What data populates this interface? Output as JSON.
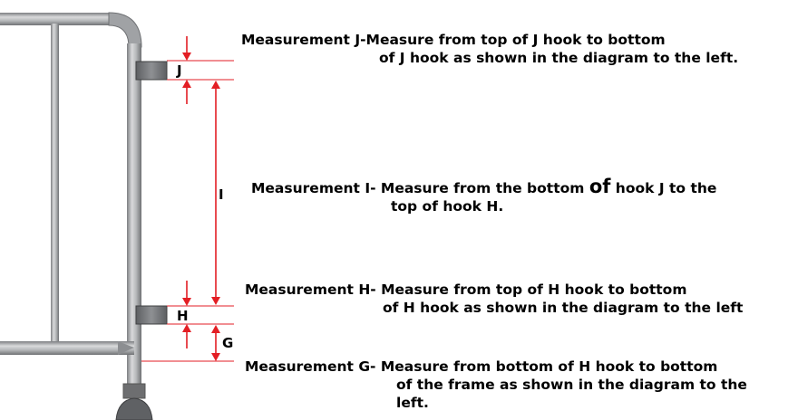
{
  "labels": {
    "j": "J",
    "i": "I",
    "h": "H",
    "g": "G"
  },
  "measurements": {
    "j": {
      "line1": "Measurement J-Measure from top of J hook to bottom",
      "line2": "of J hook as shown in the diagram to the left."
    },
    "i": {
      "line1_pre": "Measurement I- Measure from the bottom ",
      "line1_big": "of",
      "line1_post": " hook J to the",
      "line2": "top of hook H."
    },
    "h": {
      "line1": "Measurement H- Measure from top of H hook to bottom",
      "line2": "of H hook as shown in the diagram to the left"
    },
    "g": {
      "line1": "Measurement G- Measure from bottom of H hook to bottom",
      "line2": "of the frame as shown in the diagram to the",
      "line3": "left."
    }
  },
  "colors": {
    "dimension_red": "#e31e24",
    "frame_gray": "#a7a9ac",
    "hook_gray": "#6d6e70"
  }
}
